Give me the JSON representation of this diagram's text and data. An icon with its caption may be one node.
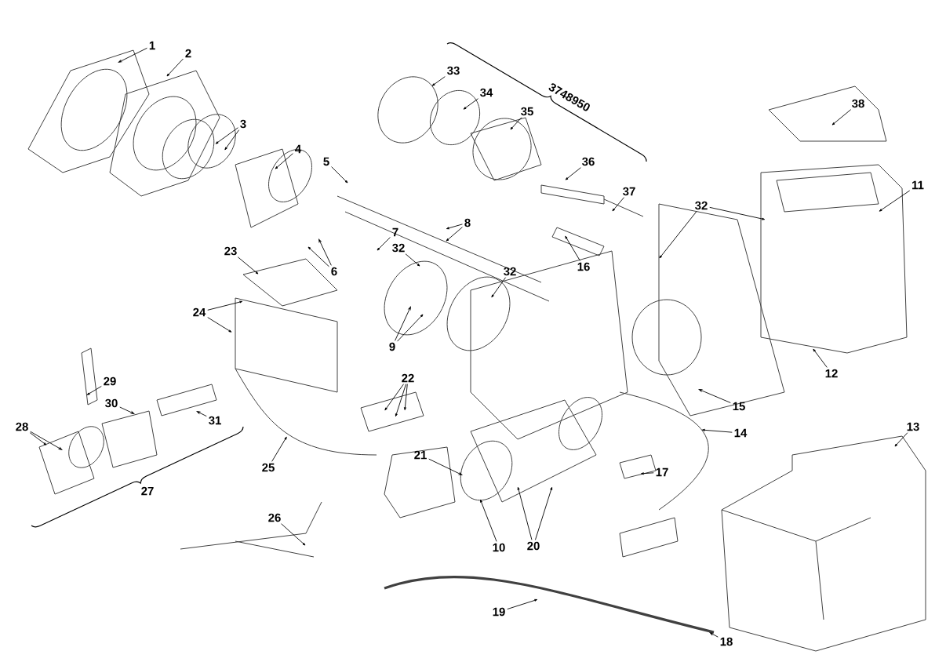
{
  "diagram": {
    "nodes": [
      {
        "text": [
          "1"
        ]
      },
      {
        "text": [
          "2"
        ]
      },
      {
        "text": [
          "33"
        ]
      },
      {
        "text": [
          "34"
        ]
      },
      {
        "text": [
          "38"
        ]
      },
      {
        "text": [
          "35"
        ]
      },
      {
        "text": [
          "3"
        ]
      },
      {
        "text": [
          "4"
        ]
      },
      {
        "text": [
          "5"
        ]
      },
      {
        "text": [
          "36"
        ]
      },
      {
        "text": [
          "11"
        ]
      },
      {
        "text": [
          "37"
        ]
      },
      {
        "text": [
          "32"
        ]
      },
      {
        "text": [
          "8"
        ]
      },
      {
        "text": [
          "7"
        ]
      },
      {
        "text": [
          "32"
        ]
      },
      {
        "text": [
          "23"
        ]
      },
      {
        "text": [
          "16"
        ]
      },
      {
        "text": [
          "6"
        ]
      },
      {
        "text": [
          "32"
        ]
      },
      {
        "text": [
          "24"
        ]
      },
      {
        "text": [
          "9"
        ]
      },
      {
        "text": [
          "12"
        ]
      },
      {
        "text": [
          "22"
        ]
      },
      {
        "text": [
          "29"
        ]
      },
      {
        "text": [
          "30"
        ]
      },
      {
        "text": [
          "15"
        ]
      },
      {
        "text": [
          "31"
        ]
      },
      {
        "text": [
          "28"
        ]
      },
      {
        "text": [
          "13"
        ]
      },
      {
        "text": [
          "14"
        ]
      },
      {
        "text": [
          "21"
        ]
      },
      {
        "text": [
          "25"
        ]
      },
      {
        "text": [
          "17"
        ]
      },
      {
        "text": [
          "26"
        ]
      },
      {
        "text": [
          "20"
        ]
      },
      {
        "text": [
          "10"
        ]
      },
      {
        "text": [
          "19"
        ]
      },
      {
        "text": [
          "18"
        ]
      }
    ],
    "edges": [
      {
        "from": 0,
        "to": null,
        "arrow": "to"
      },
      {
        "from": 1,
        "to": null,
        "arrow": "to"
      },
      {
        "from": 2,
        "to": null,
        "arrow": "to"
      },
      {
        "from": 3,
        "to": null,
        "arrow": "to"
      },
      {
        "from": 4,
        "to": null,
        "arrow": "to"
      },
      {
        "from": 5,
        "to": null,
        "arrow": "to"
      },
      {
        "from": 6,
        "to": null,
        "arrow": "to"
      },
      {
        "from": 6,
        "to": null,
        "arrow": "to"
      },
      {
        "from": 7,
        "to": null,
        "arrow": "to"
      },
      {
        "from": 8,
        "to": null,
        "arrow": "to"
      },
      {
        "from": 9,
        "to": null,
        "arrow": "to"
      },
      {
        "from": 10,
        "to": null,
        "arrow": "to"
      },
      {
        "from": 11,
        "to": null,
        "arrow": "to"
      },
      {
        "from": 12,
        "to": null,
        "arrow": "to"
      },
      {
        "from": 12,
        "to": null,
        "arrow": "to"
      },
      {
        "from": 13,
        "to": null,
        "arrow": "to"
      },
      {
        "from": 13,
        "to": null,
        "arrow": "to"
      },
      {
        "from": 14,
        "to": null,
        "arrow": "to"
      },
      {
        "from": 15,
        "to": null,
        "arrow": "to"
      },
      {
        "from": 16,
        "to": null,
        "arrow": "to"
      },
      {
        "from": 17,
        "to": null,
        "arrow": "to"
      },
      {
        "from": 18,
        "to": null,
        "arrow": "to"
      },
      {
        "from": 18,
        "to": null,
        "arrow": "to"
      },
      {
        "from": 19,
        "to": null,
        "arrow": "to"
      },
      {
        "from": 20,
        "to": null,
        "arrow": "to"
      },
      {
        "from": 20,
        "to": null,
        "arrow": "to"
      },
      {
        "from": 21,
        "to": null,
        "arrow": "to"
      },
      {
        "from": 21,
        "to": null,
        "arrow": "to"
      },
      {
        "from": 22,
        "to": null,
        "arrow": "to"
      },
      {
        "from": 23,
        "to": null,
        "arrow": "to"
      },
      {
        "from": 23,
        "to": null,
        "arrow": "to"
      },
      {
        "from": 23,
        "to": null,
        "arrow": "to"
      },
      {
        "from": 24,
        "to": null,
        "arrow": "to"
      },
      {
        "from": 25,
        "to": null,
        "arrow": "to"
      },
      {
        "from": 26,
        "to": null,
        "arrow": "to"
      },
      {
        "from": 27,
        "to": null,
        "arrow": "to"
      },
      {
        "from": 28,
        "to": null,
        "arrow": "to"
      },
      {
        "from": 28,
        "to": null,
        "arrow": "to"
      },
      {
        "from": 29,
        "to": null,
        "arrow": "to"
      },
      {
        "from": 30,
        "to": null,
        "arrow": "to"
      },
      {
        "from": 31,
        "to": null,
        "arrow": "to"
      },
      {
        "from": 32,
        "to": null,
        "arrow": "to"
      },
      {
        "from": 33,
        "to": null,
        "arrow": "to"
      },
      {
        "from": 34,
        "to": null,
        "arrow": "to"
      },
      {
        "from": 35,
        "to": null,
        "arrow": "to"
      },
      {
        "from": 35,
        "to": null,
        "arrow": "to"
      },
      {
        "from": 36,
        "to": null,
        "arrow": "to"
      },
      {
        "from": 37,
        "to": null,
        "arrow": "to"
      },
      {
        "from": 38,
        "to": null,
        "arrow": "to"
      }
    ],
    "labels": [
      "3748950",
      "27"
    ]
  }
}
